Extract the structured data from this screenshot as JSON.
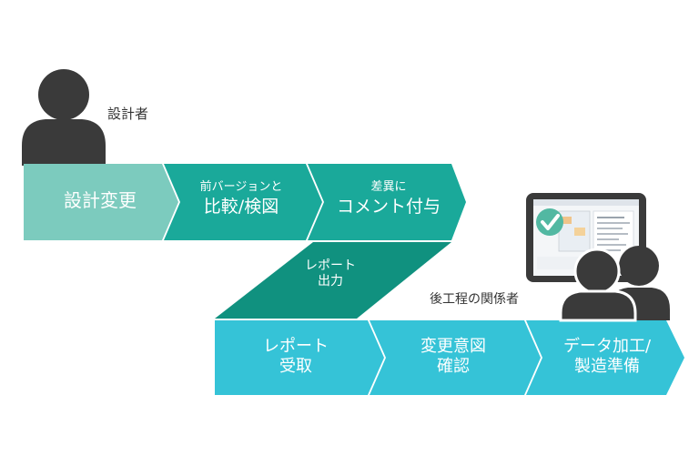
{
  "roles": {
    "designer": "設計者",
    "downstream": "後工程の関係者"
  },
  "steps": {
    "design_change": "設計変更",
    "compare_small": "前バージョンと",
    "compare_large": "比較/検図",
    "comment_small": "差異に",
    "comment_large": "コメント付与",
    "report_out_1": "レポート",
    "report_out_2": "出力",
    "report_recv_1": "レポート",
    "report_recv_2": "受取",
    "intent_1": "変更意図",
    "intent_2": "確認",
    "data_1": "データ加工/",
    "data_2": "製造準備"
  },
  "colors": {
    "pale_teal": "#7ccbbe",
    "teal": "#1aa99a",
    "dark_teal": "#10917f",
    "cyan": "#35c3d7",
    "cyan_dark": "#2ab4c9",
    "person": "#3a3a3a"
  }
}
